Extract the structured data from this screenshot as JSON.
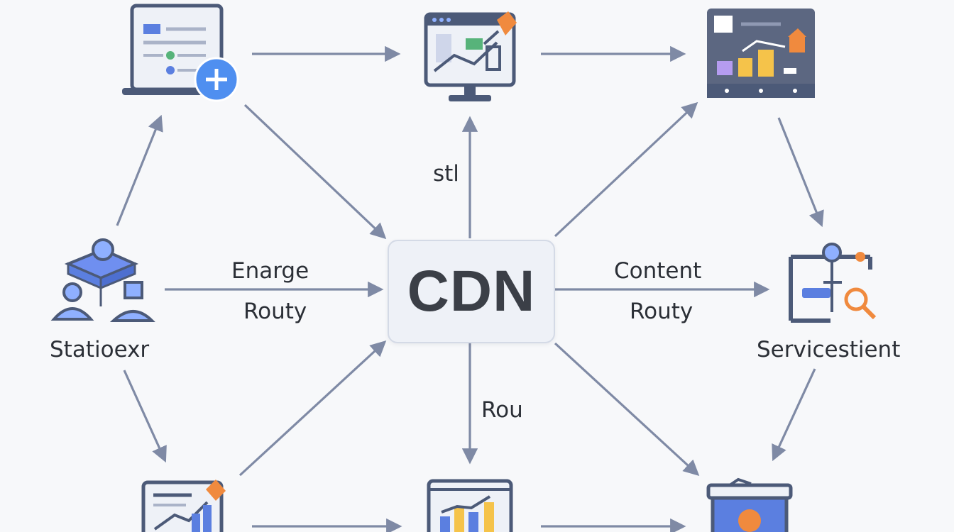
{
  "center": {
    "label": "CDN"
  },
  "labels": {
    "top_edge": "stl",
    "left_edge_line1": "Enarge",
    "left_edge_line2": "Routy",
    "right_edge_line1": "Content",
    "right_edge_line2": "Routy",
    "bottom_edge": "Rou",
    "left_node": "Statioexr",
    "right_node": "Servicestient"
  },
  "icons": {
    "top_left": "laptop-add-icon",
    "top_center": "monitor-dashboard-icon",
    "top_right": "media-panel-icon",
    "left": "user-group-icon",
    "right": "pipeline-search-icon",
    "bottom_left": "report-chart-icon",
    "bottom_center": "bar-chart-icon",
    "bottom_right": "storage-bin-icon"
  },
  "colors": {
    "arrow": "#7f8aa5",
    "icon_dark": "#4c5a78",
    "icon_blue": "#5b7fe0",
    "accent_orange": "#f08a3e",
    "accent_yellow": "#f5c34a",
    "accent_purple": "#b59cf0"
  }
}
